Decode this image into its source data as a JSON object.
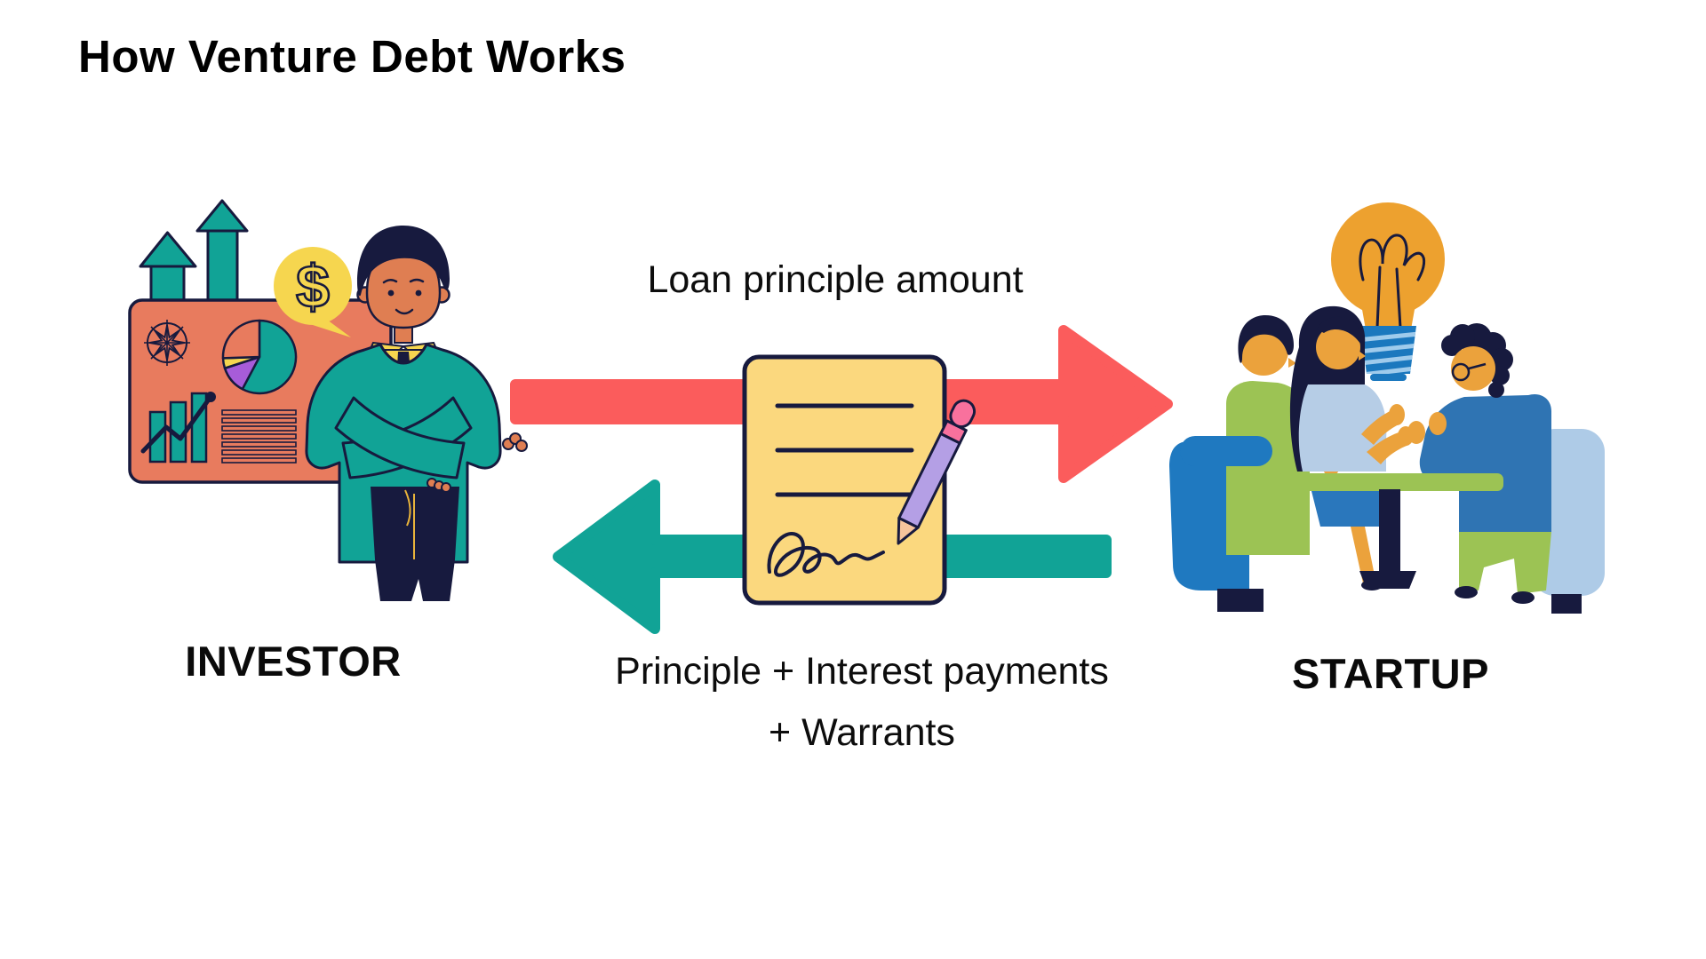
{
  "title": "How Venture Debt Works",
  "nodes": {
    "investor": {
      "label": "INVESTOR"
    },
    "startup": {
      "label": "STARTUP"
    }
  },
  "flows": {
    "loan": {
      "label": "Loan principle amount",
      "from": "INVESTOR",
      "to": "STARTUP",
      "direction": "right",
      "color": "#fb5c5c"
    },
    "repayment": {
      "label_line1": "Principle + Interest payments",
      "label_line2": "+ Warrants",
      "from": "STARTUP",
      "to": "INVESTOR",
      "direction": "left",
      "color": "#11a396"
    }
  },
  "icons": {
    "dollar_sign": "$",
    "investor_side": [
      "growth-arrows-icon",
      "chart-board-icon",
      "compass-icon",
      "pie-chart-icon",
      "bar-chart-icon",
      "text-lines-icon",
      "dollar-speech-bubble-icon",
      "investor-figure"
    ],
    "center": [
      "contract-document-icon",
      "signature-icon",
      "pencil-icon"
    ],
    "startup_side": [
      "lightbulb-icon",
      "meeting-table-icon",
      "founder-left-figure",
      "founder-middle-figure",
      "founder-right-figure"
    ]
  },
  "colors": {
    "loan_arrow": "#fb5c5c",
    "repayment_arrow": "#11a396",
    "document": "#fbd87e",
    "board": "#e87b5e",
    "teal": "#11a396",
    "navy": "#171a3e",
    "yellow": "#f6d64f",
    "pie_purple": "#a75cd9",
    "pencil_purple": "#b49fe5",
    "pink": "#f8719d",
    "bulb_orange": "#eda12f",
    "green": "#9cc354",
    "chair_blue": "#1f79c0",
    "light_blue": "#aecbe7"
  }
}
